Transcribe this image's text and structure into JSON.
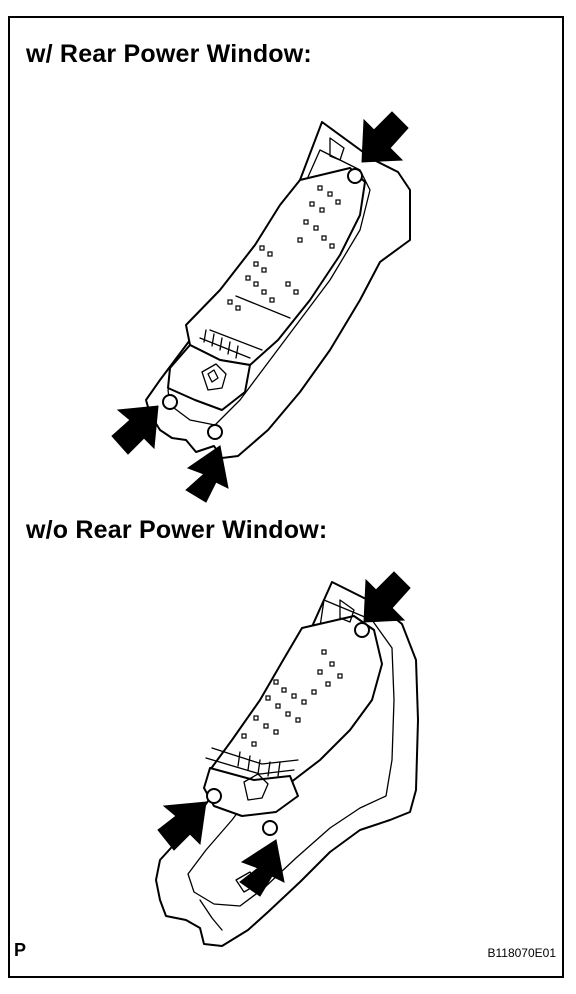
{
  "figure": {
    "section_top_title": "w/ Rear Power Window:",
    "section_bottom_title": "w/o Rear Power Window:",
    "corner_letter": "P",
    "figure_code": "B118070E01"
  },
  "callouts": {
    "top_assembly_arrows": 3,
    "bottom_assembly_arrows": 3
  }
}
